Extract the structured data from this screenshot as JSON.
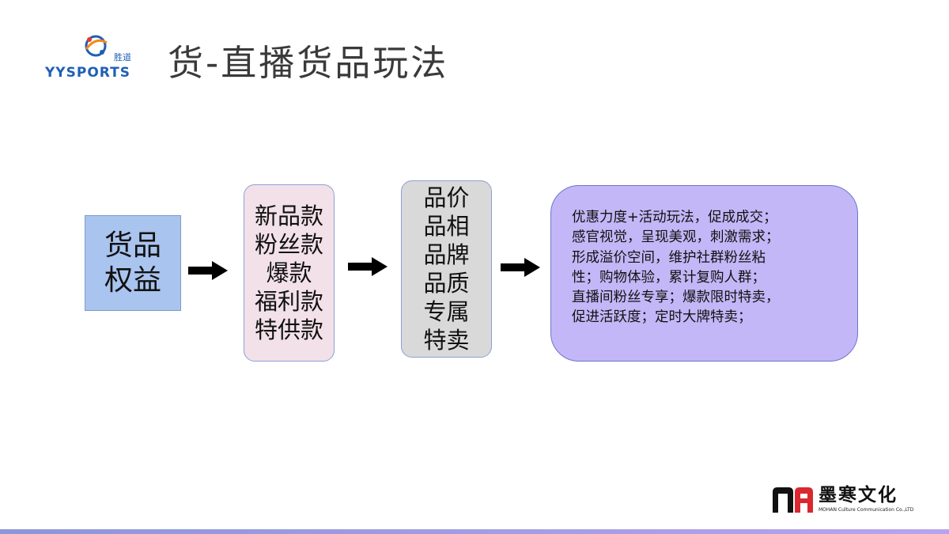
{
  "header": {
    "logo_text": "YYSPORTS",
    "logo_sub": "胜道",
    "title": "货-直播货品玩法"
  },
  "flow": {
    "box1": {
      "text": "货品\n权益"
    },
    "box2": {
      "lines": [
        "新品款",
        "粉丝款",
        "爆款",
        "福利款",
        "特供款"
      ]
    },
    "box3": {
      "lines": [
        "品价",
        "品相",
        "品牌",
        "品质",
        "专属",
        "特卖"
      ]
    },
    "box4": {
      "lines": [
        "优惠力度+活动玩法，促成成交；",
        "感官视觉，呈现美观，刺激需求；",
        "形成溢价空间，维护社群粉丝粘",
        "性；购物体验，累计复购人群；",
        "直播间粉丝专享；爆款限时特卖，",
        "促进活跃度；定时大牌特卖；"
      ]
    }
  },
  "footer": {
    "brand_name": "墨寒文化",
    "brand_sub": "MOHAN Culture Communication Co.,LTD"
  },
  "colors": {
    "box1_fill": "#a9c4ee",
    "box2_fill": "#f2e1e8",
    "box3_fill": "#d9d9d9",
    "box4_fill": "#c4b7f7",
    "bottom_bar": "#8c96d8",
    "logo_orange": "#f08a1c",
    "logo_blue": "#1f5fb5"
  },
  "icons": [
    "yysports-logo-icon",
    "arrow-right-icon",
    "mohan-logo-icon"
  ]
}
